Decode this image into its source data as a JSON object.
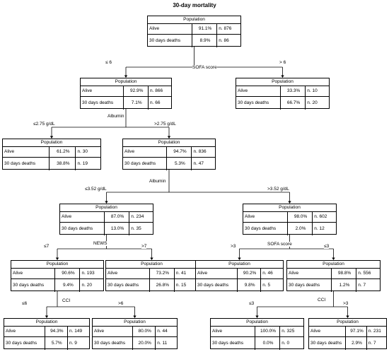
{
  "title": "30-day mortality",
  "row_labels": {
    "header": "Population",
    "alive": "Alive",
    "deaths": "30 days deaths"
  },
  "nodes": [
    {
      "alive_pct": "91.1%",
      "alive_n": "n. 876",
      "death_pct": "8.9%",
      "death_n": "n. 86"
    },
    {
      "alive_pct": "92.9%",
      "alive_n": "n. 866",
      "death_pct": "7.1%",
      "death_n": "n. 66"
    },
    {
      "alive_pct": "33.3%",
      "alive_n": "n. 10",
      "death_pct": "66.7%",
      "death_n": "n. 20"
    },
    {
      "alive_pct": "61.2%",
      "alive_n": "n. 30",
      "death_pct": "38.8%",
      "death_n": "n. 19"
    },
    {
      "alive_pct": "94.7%",
      "alive_n": "n. 836",
      "death_pct": "5.3%",
      "death_n": "n. 47"
    },
    {
      "alive_pct": "87.0%",
      "alive_n": "n. 234",
      "death_pct": "13.0%",
      "death_n": "n. 35"
    },
    {
      "alive_pct": "98.0%",
      "alive_n": "n. 602",
      "death_pct": "2.0%",
      "death_n": "n. 12"
    },
    {
      "alive_pct": "90.6%",
      "alive_n": "n. 193",
      "death_pct": "9.4%",
      "death_n": "n. 20"
    },
    {
      "alive_pct": "73.2%",
      "alive_n": "n. 41",
      "death_pct": "26.8%",
      "death_n": "n. 15"
    },
    {
      "alive_pct": "90.2%",
      "alive_n": "n. 46",
      "death_pct": "9.8%",
      "death_n": "n. 5"
    },
    {
      "alive_pct": "98.8%",
      "alive_n": "n. 556",
      "death_pct": "1.2%",
      "death_n": "n. 7"
    },
    {
      "alive_pct": "94.3%",
      "alive_n": "n. 149",
      "death_pct": "5.7%",
      "death_n": "n. 9"
    },
    {
      "alive_pct": "80.0%",
      "alive_n": "n. 44",
      "death_pct": "20.0%",
      "death_n": "n. 11"
    },
    {
      "alive_pct": "100.0%",
      "alive_n": "n. 325",
      "death_pct": "0.0%",
      "death_n": "n. 0"
    },
    {
      "alive_pct": "97.1%",
      "alive_n": "n. 231",
      "death_pct": "2.9%",
      "death_n": "n. 7"
    }
  ],
  "splits": [
    {
      "variable": "SOFA score",
      "left": "≤ 6",
      "right": "> 6"
    },
    {
      "variable": "Albumin",
      "left": "≤2.75 g/dL",
      "right": ">2.75 g/dL"
    },
    {
      "variable": "Albumin",
      "left": "≤3.52 g/dL",
      "right": ">3.52 g/dL"
    },
    {
      "variable": "NEWS",
      "left": "≤7",
      "right": ">7"
    },
    {
      "variable": "SOFA score",
      "left": ">3",
      "right": "≤3"
    },
    {
      "variable": "CCI",
      "left": "≤6",
      "right": ">6"
    },
    {
      "variable": "CCI",
      "left": "≤3",
      "right": ">3"
    }
  ]
}
